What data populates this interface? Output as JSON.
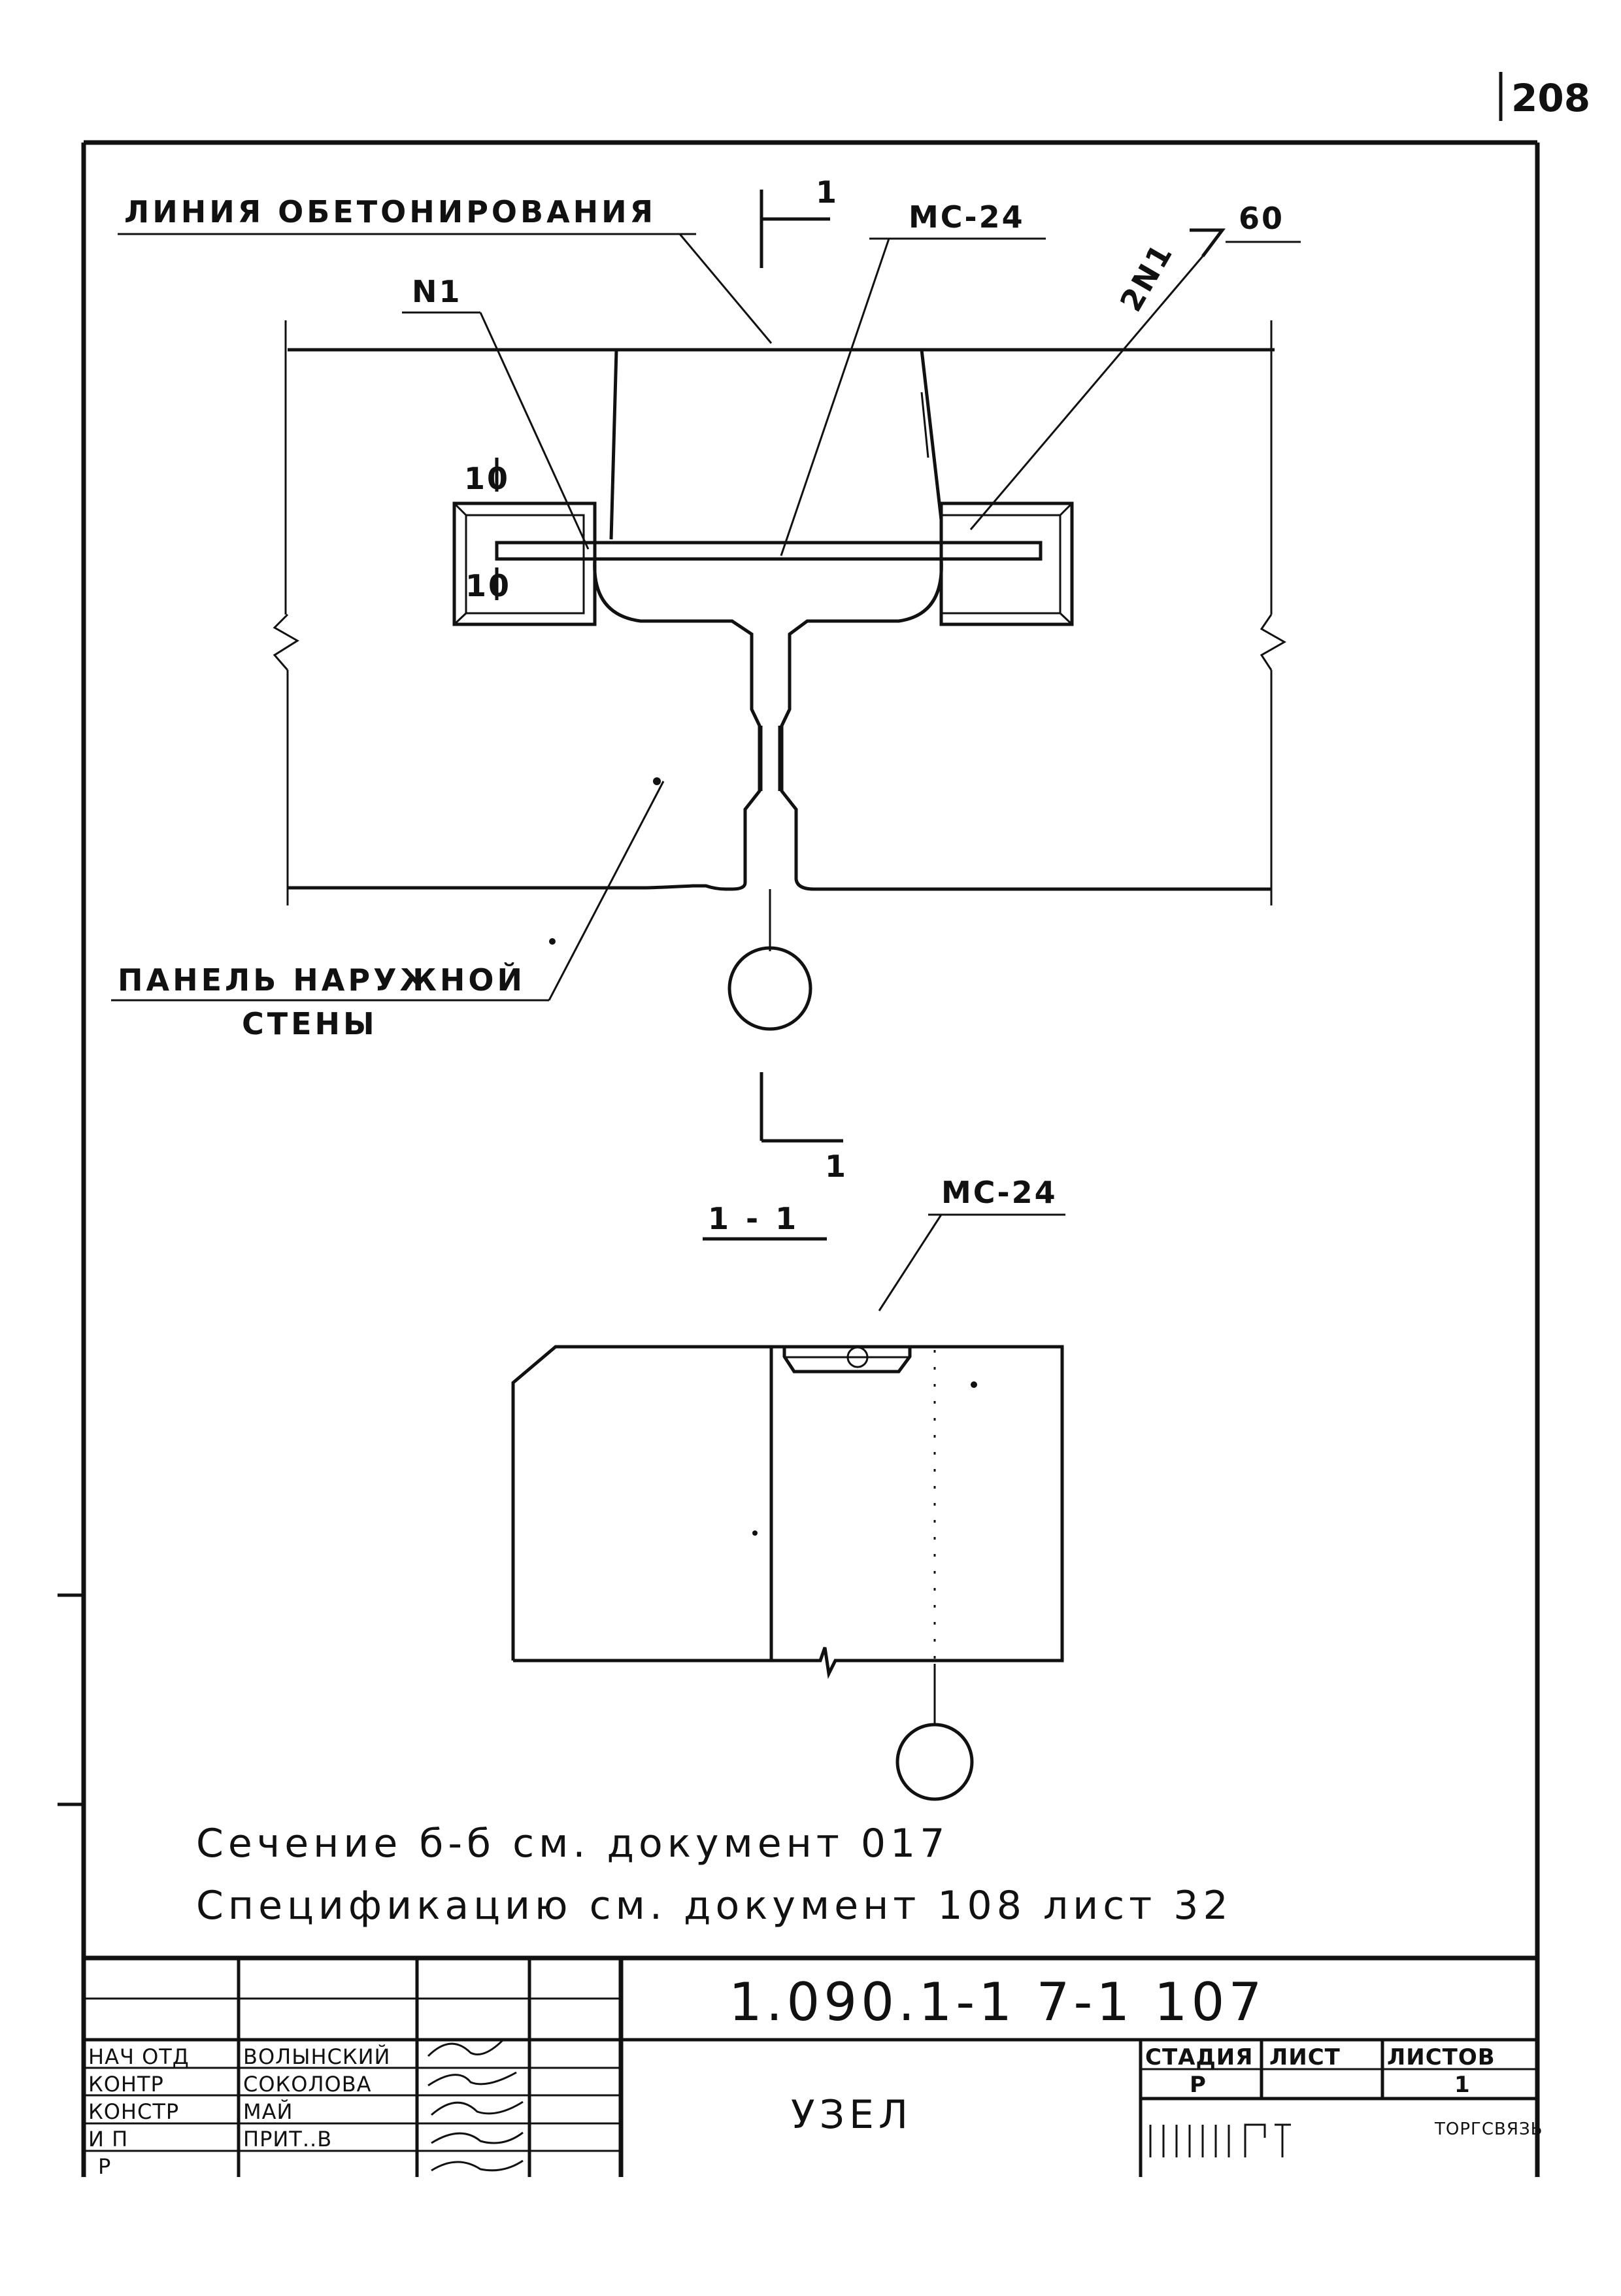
{
  "sheet": {
    "page_number": "208"
  },
  "plan_view": {
    "label_concreting_line": "ЛИНИЯ ОБЕТОНИРОВАНИЯ",
    "section_mark_top": "1",
    "section_mark_bottom": "1",
    "label_mc24": "МС-24",
    "label_n1": "N1",
    "label_2n1": "2N1",
    "label_60": "60",
    "dim_10_upper": "10",
    "dim_10_lower": "10",
    "label_panel_line1": "ПАНЕЛЬ НАРУЖНОЙ",
    "label_panel_line2": "СТЕНЫ"
  },
  "section_view": {
    "title": "1 - 1",
    "label_mc24": "МС-24"
  },
  "notes": {
    "line1": "Сечение б-б см. документ 017",
    "line2": "Спецификацию см. документ 108 лист 32"
  },
  "title_block": {
    "document_code": "1.090.1-1 7-1 107",
    "title": "УЗЕЛ",
    "rows": [
      {
        "role": "НАЧ ОТД",
        "name": "ВОЛЫНСКИЙ"
      },
      {
        "role": "КОНТР",
        "name": "СОКОЛОВА"
      },
      {
        "role": "КОНСТР",
        "name": "МАЙ"
      },
      {
        "role": "И П",
        "name": "ПРИТ..В"
      },
      {
        "role": "Р",
        "name": ""
      }
    ],
    "stage_header": "СТАДИЯ",
    "sheet_header": "ЛИСТ",
    "sheets_header": "ЛИСТОВ",
    "stage_value": "Р",
    "sheet_value": "",
    "sheets_value": "1",
    "org_name": "ТОРГСВЯЗЬ"
  }
}
